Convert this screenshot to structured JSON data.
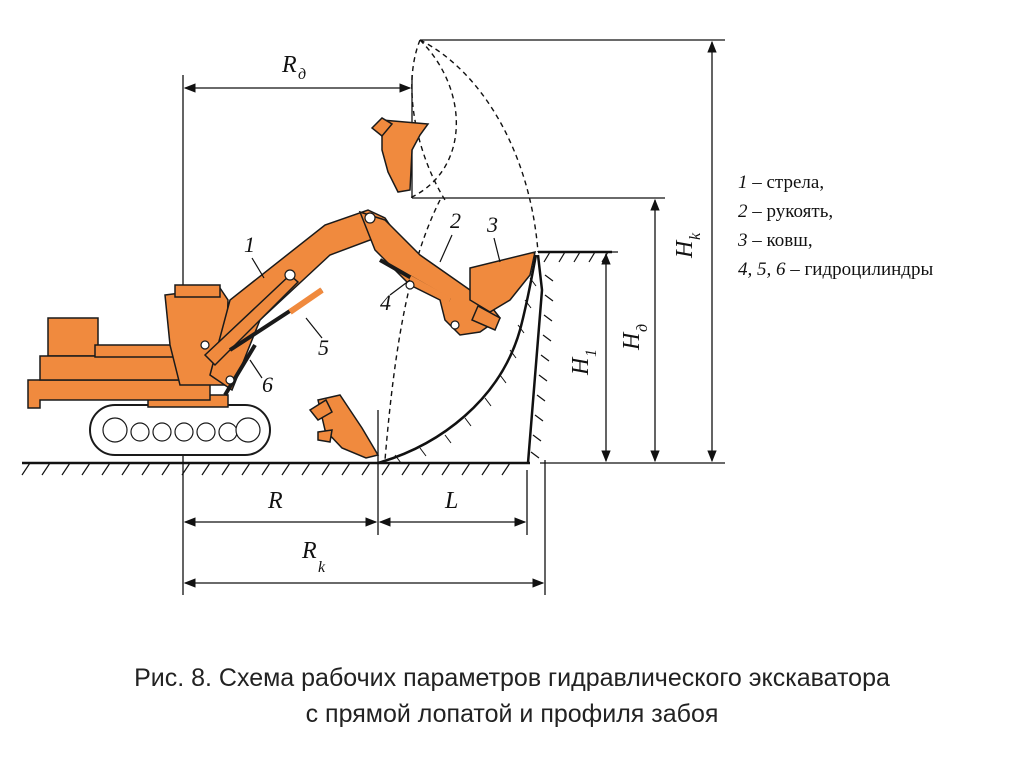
{
  "labels": {
    "rd": "R",
    "rd_sub": "д",
    "hk": "H",
    "hk_sub": "k",
    "hd": "H",
    "hd_sub": "д",
    "h1": "H",
    "h1_sub": "1",
    "r": "R",
    "l": "L",
    "rk": "R",
    "rk_sub": "k",
    "n1": "1",
    "n2": "2",
    "n3": "3",
    "n4": "4",
    "n5": "5",
    "n6": "6"
  },
  "legend": [
    {
      "num": "1",
      "text": " – стрела,"
    },
    {
      "num": "2",
      "text": " – рукоять,"
    },
    {
      "num": "3",
      "text": " – ковш,"
    },
    {
      "num": "4, 5, 6",
      "text": " – гидроцилиндры"
    }
  ],
  "caption": {
    "line1": "Рис. 8. Схема рабочих параметров гидравлического экскаватора",
    "line2": "с прямой лопатой и профиля забоя"
  },
  "colors": {
    "body": "#f08a3e",
    "outline": "#1a1a1a"
  }
}
